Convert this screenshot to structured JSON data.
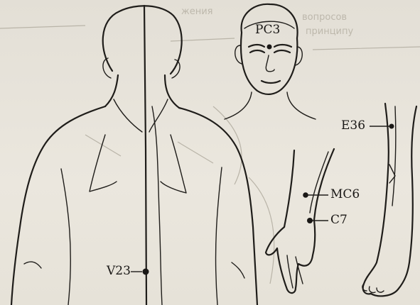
{
  "figure": {
    "points": {
      "pc3": "PC3",
      "v23": "V23",
      "mc6": "MC6",
      "c7": "C7",
      "e36": "E36"
    },
    "bleed_through_text": [
      "жения",
      "вопросов",
      "принципу"
    ]
  }
}
